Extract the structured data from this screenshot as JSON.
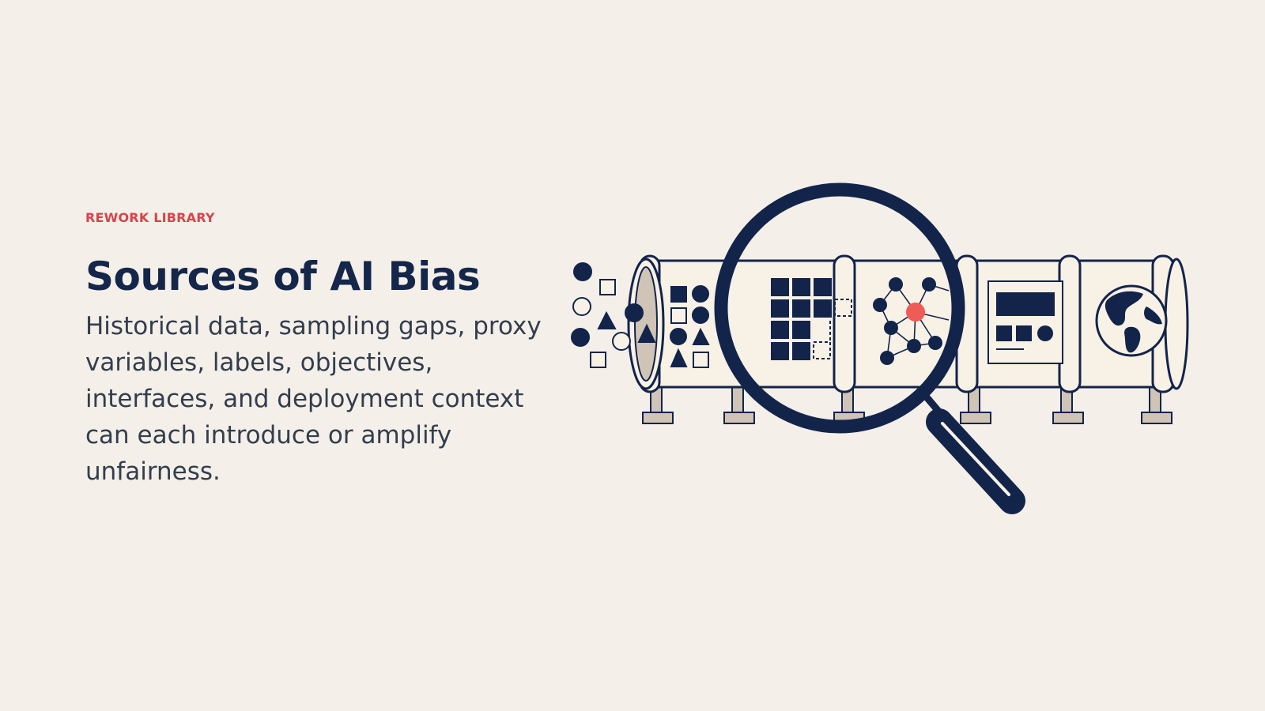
{
  "header": {
    "eyebrow": "REWORK LIBRARY",
    "title": "Sources of AI Bias",
    "description": "Historical data, sampling gaps, proxy variables, labels, objectives, interfaces, and deployment context can each introduce or amplify unfairness."
  },
  "illustration": {
    "colors": {
      "navy": "#13244a",
      "cream": "#f8f1e6",
      "highlight": "#ef5b57",
      "support": "#cfc4b6",
      "background": "#f4f0e9"
    },
    "icons": [
      "pipeline",
      "magnifying-glass",
      "network-graph",
      "globe",
      "dashboard-panel",
      "grid-blocks"
    ]
  }
}
